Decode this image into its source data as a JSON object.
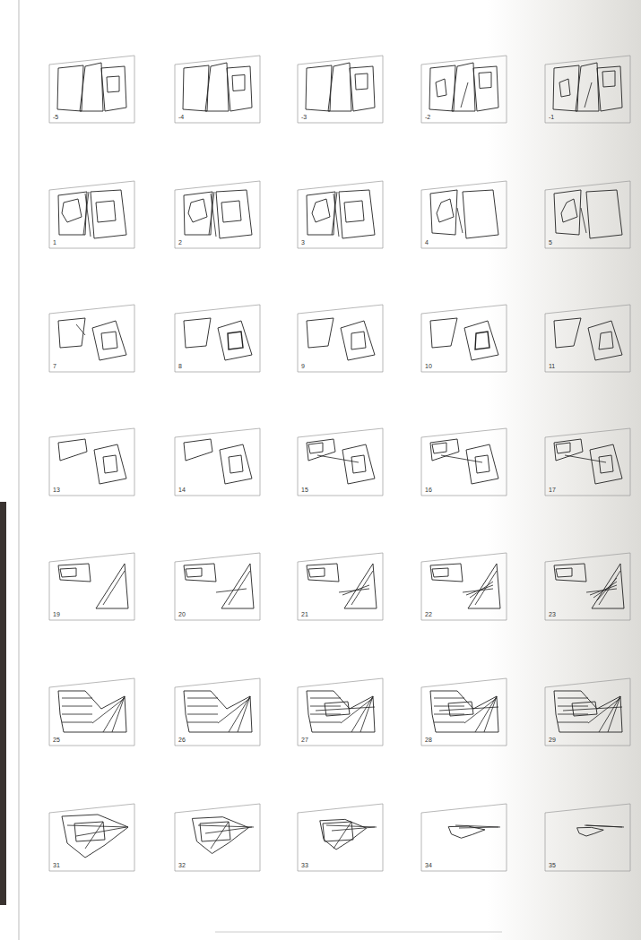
{
  "diagram": {
    "nodes": [
      {
        "text": [
          "-5"
        ]
      },
      {
        "text": [
          "-4"
        ]
      },
      {
        "text": [
          "-3"
        ]
      },
      {
        "text": [
          "-2"
        ]
      },
      {
        "text": [
          "-1"
        ]
      },
      {
        "text": [
          "1"
        ]
      },
      {
        "text": [
          "2"
        ]
      },
      {
        "text": [
          "3"
        ]
      },
      {
        "text": [
          "4"
        ]
      },
      {
        "text": [
          "5"
        ]
      },
      {
        "text": [
          "7"
        ]
      },
      {
        "text": [
          "8"
        ]
      },
      {
        "text": [
          "9"
        ]
      },
      {
        "text": [
          "10"
        ]
      },
      {
        "text": [
          "11"
        ]
      },
      {
        "text": [
          "13"
        ]
      },
      {
        "text": [
          "14"
        ]
      },
      {
        "text": [
          "15"
        ]
      },
      {
        "text": [
          "16"
        ]
      },
      {
        "text": [
          "17"
        ]
      },
      {
        "text": [
          "19"
        ]
      },
      {
        "text": [
          "20"
        ]
      },
      {
        "text": [
          "21"
        ]
      },
      {
        "text": [
          "22"
        ]
      },
      {
        "text": [
          "23"
        ]
      },
      {
        "text": [
          "25"
        ]
      },
      {
        "text": [
          "26"
        ]
      },
      {
        "text": [
          "27"
        ]
      },
      {
        "text": [
          "28"
        ]
      },
      {
        "text": [
          "29"
        ]
      },
      {
        "text": [
          "31"
        ]
      },
      {
        "text": [
          "32"
        ]
      },
      {
        "text": [
          "33"
        ]
      },
      {
        "text": [
          "34"
        ]
      },
      {
        "text": [
          "35"
        ]
      }
    ]
  }
}
